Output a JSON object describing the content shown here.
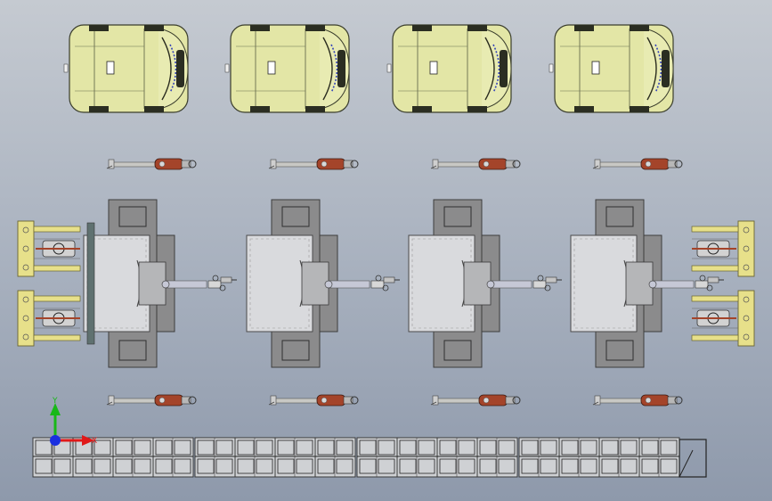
{
  "view": {
    "background_top": "#c5cad1",
    "background_bottom": "#8e99ab"
  },
  "colors": {
    "vehicle_body": "#e3e6a6",
    "vehicle_outline": "#3a3d2c",
    "robot_arm": "#c8c8c4",
    "robot_accent": "#a4442a",
    "fixture_plate": "#d9dadd",
    "fixture_frame": "#7f7f80",
    "clamp_yellow": "#e7e08a",
    "conveyor": "#cfd1d4",
    "axis_x": "#e01919",
    "axis_y": "#18b818",
    "axis_z": "#1a2fe0"
  },
  "triad": {
    "x_label": "X",
    "y_label": "Y"
  },
  "stations": [
    {
      "id": "station-1"
    },
    {
      "id": "station-2"
    },
    {
      "id": "station-3"
    },
    {
      "id": "station-4"
    }
  ]
}
